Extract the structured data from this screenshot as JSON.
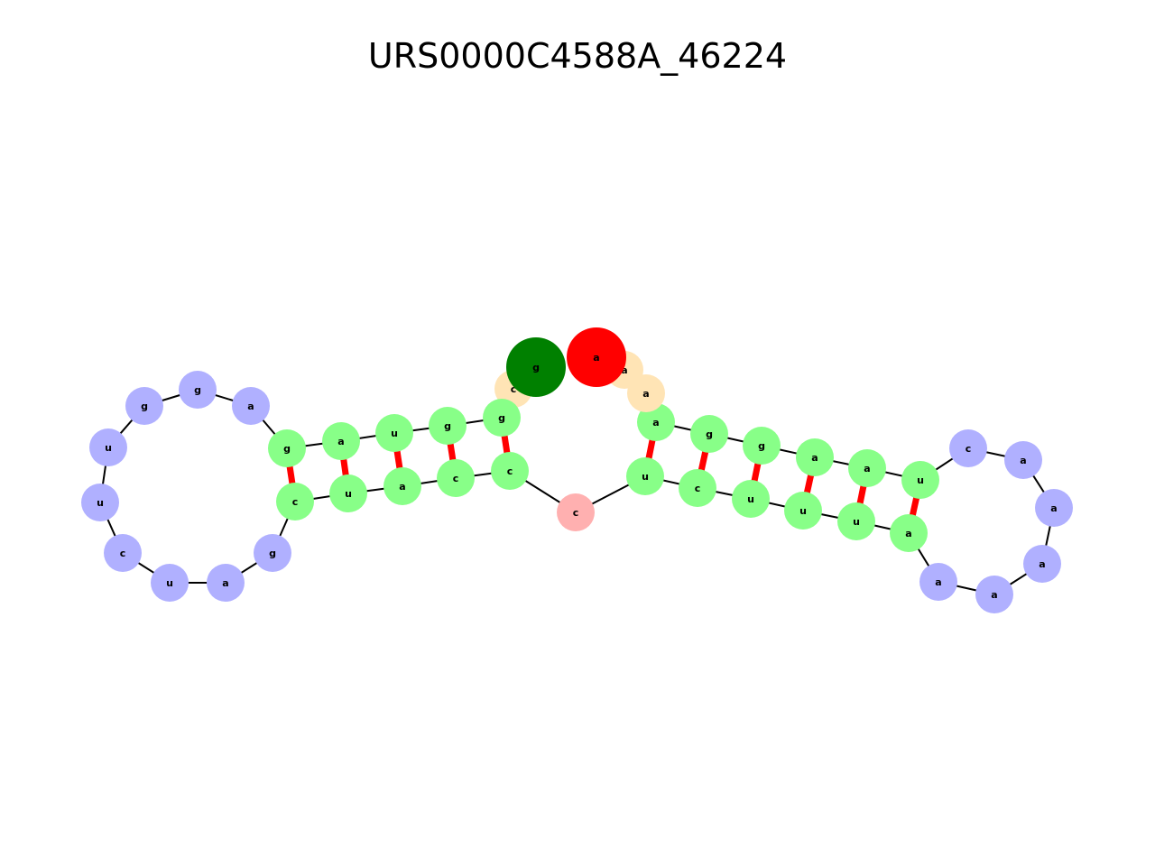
{
  "title": "URS0000C4588A_46224",
  "colors": {
    "stem": "#88ff88",
    "loop": "#b0b0ff",
    "unpaired": "#ffe4b5",
    "multiloop": "#ffb0b0",
    "start": "#008000",
    "end": "#ff0000",
    "backbone": "#000000",
    "pair": "#ff0000"
  },
  "nucleotides": [
    {
      "id": 1,
      "base": "g",
      "type": "start"
    },
    {
      "id": 2,
      "base": "c",
      "type": "unpaired"
    },
    {
      "id": 3,
      "base": "g",
      "type": "stem"
    },
    {
      "id": 4,
      "base": "g",
      "type": "stem"
    },
    {
      "id": 5,
      "base": "u",
      "type": "stem"
    },
    {
      "id": 6,
      "base": "a",
      "type": "stem"
    },
    {
      "id": 7,
      "base": "g",
      "type": "stem"
    },
    {
      "id": 8,
      "base": "a",
      "type": "loop"
    },
    {
      "id": 9,
      "base": "g",
      "type": "loop"
    },
    {
      "id": 10,
      "base": "g",
      "type": "loop"
    },
    {
      "id": 11,
      "base": "u",
      "type": "loop"
    },
    {
      "id": 12,
      "base": "u",
      "type": "loop"
    },
    {
      "id": 13,
      "base": "c",
      "type": "loop"
    },
    {
      "id": 14,
      "base": "u",
      "type": "loop"
    },
    {
      "id": 15,
      "base": "a",
      "type": "loop"
    },
    {
      "id": 16,
      "base": "g",
      "type": "loop"
    },
    {
      "id": 17,
      "base": "c",
      "type": "stem"
    },
    {
      "id": 18,
      "base": "u",
      "type": "stem"
    },
    {
      "id": 19,
      "base": "a",
      "type": "stem"
    },
    {
      "id": 20,
      "base": "c",
      "type": "stem"
    },
    {
      "id": 21,
      "base": "c",
      "type": "stem"
    },
    {
      "id": 22,
      "base": "c",
      "type": "multiloop"
    },
    {
      "id": 23,
      "base": "u",
      "type": "stem"
    },
    {
      "id": 24,
      "base": "c",
      "type": "stem"
    },
    {
      "id": 25,
      "base": "u",
      "type": "stem"
    },
    {
      "id": 26,
      "base": "u",
      "type": "stem"
    },
    {
      "id": 27,
      "base": "u",
      "type": "stem"
    },
    {
      "id": 28,
      "base": "a",
      "type": "stem"
    },
    {
      "id": 29,
      "base": "a",
      "type": "loop"
    },
    {
      "id": 30,
      "base": "a",
      "type": "loop"
    },
    {
      "id": 31,
      "base": "a",
      "type": "loop"
    },
    {
      "id": 32,
      "base": "a",
      "type": "loop"
    },
    {
      "id": 33,
      "base": "a",
      "type": "loop"
    },
    {
      "id": 34,
      "base": "c",
      "type": "loop"
    },
    {
      "id": 35,
      "base": "u",
      "type": "stem"
    },
    {
      "id": 36,
      "base": "a",
      "type": "stem"
    },
    {
      "id": 37,
      "base": "a",
      "type": "stem"
    },
    {
      "id": 38,
      "base": "g",
      "type": "stem"
    },
    {
      "id": 39,
      "base": "g",
      "type": "stem"
    },
    {
      "id": 40,
      "base": "a",
      "type": "stem"
    },
    {
      "id": 41,
      "base": "a",
      "type": "unpaired"
    },
    {
      "id": 42,
      "base": "a",
      "type": "unpaired"
    },
    {
      "id": 43,
      "base": "a",
      "type": "end"
    }
  ],
  "pairs": [
    [
      3,
      21
    ],
    [
      4,
      20
    ],
    [
      5,
      19
    ],
    [
      6,
      18
    ],
    [
      7,
      17
    ],
    [
      23,
      40
    ],
    [
      24,
      39
    ],
    [
      25,
      38
    ],
    [
      26,
      37
    ],
    [
      27,
      36
    ],
    [
      28,
      35
    ]
  ]
}
